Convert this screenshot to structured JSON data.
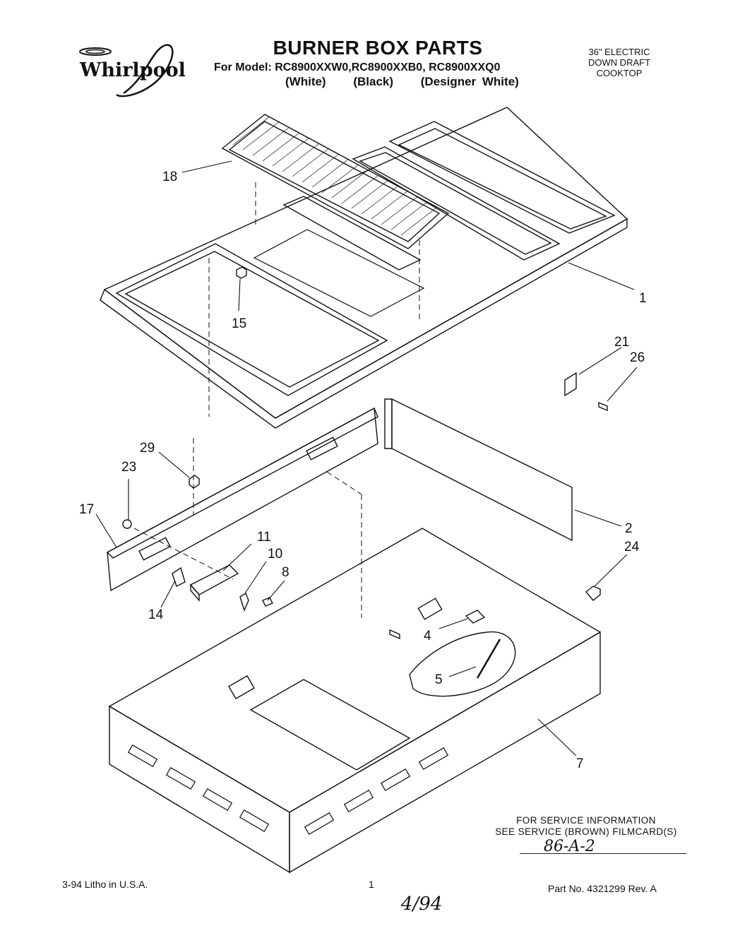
{
  "header": {
    "brand": "Whirlpool",
    "title": "BURNER BOX PARTS",
    "model_line": "For Model: RC8900XXW0,RC8900XXB0, RC8900XXQ0",
    "colors": [
      "(White)",
      "(Black)",
      "(Designer White)"
    ],
    "product_lines": [
      "36\" ELECTRIC",
      "DOWN DRAFT",
      "COOKTOP"
    ]
  },
  "callouts": [
    "18",
    "1",
    "15",
    "21",
    "26",
    "29",
    "23",
    "17",
    "11",
    "10",
    "8",
    "14",
    "2",
    "24",
    "4",
    "5",
    "7"
  ],
  "service": {
    "line1": "FOR SERVICE INFORMATION",
    "line2": "SEE SERVICE (BROWN) FILMCARD(S)",
    "filmcard": "86-A-2"
  },
  "footer": {
    "date": "3-94  Litho in U.S.A.",
    "page": "1",
    "part": "Part No. 4321299 Rev. A",
    "handwritten": "4/94"
  }
}
